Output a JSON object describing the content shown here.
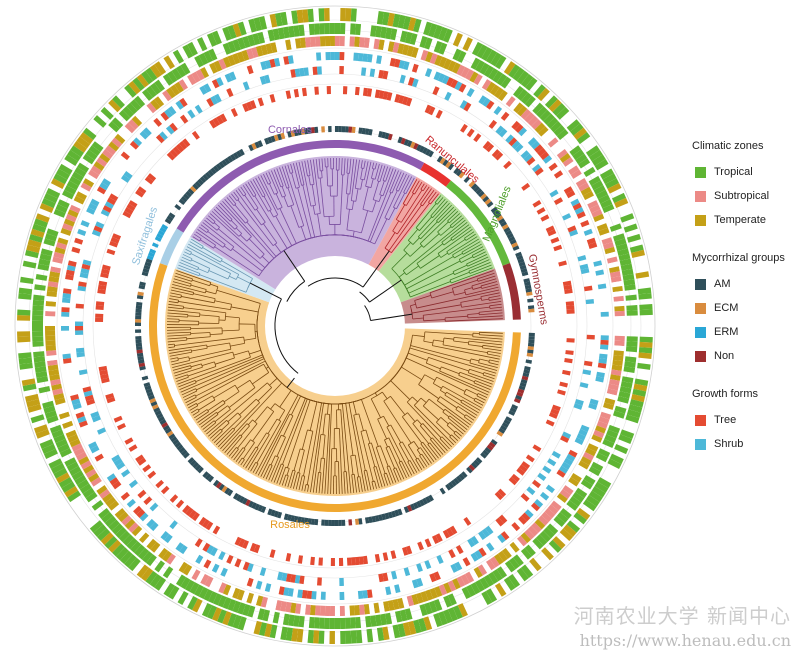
{
  "clades": [
    {
      "name": "Cornales",
      "color": "#8e5bb0",
      "fill": "#c9b3dd",
      "branch": "#7a4ea0"
    },
    {
      "name": "Ranunculales",
      "color": "#e8322f",
      "fill": "#f2a6a2",
      "branch": "#b0252a"
    },
    {
      "name": "Magnoliales",
      "color": "#63b93c",
      "fill": "#b6dd9c",
      "branch": "#3f7f25"
    },
    {
      "name": "Gymnosperms",
      "color": "#9a2e33",
      "fill": "#c78c8c",
      "branch": "#8a2a2e"
    },
    {
      "name": "Rosales",
      "color": "#f0a830",
      "fill": "#f7cf8e",
      "branch": "#7a4b12"
    },
    {
      "name": "Saxifragales",
      "color": "#a9cfe6",
      "fill": "#d4e8f3",
      "branch": "#6a98b3"
    }
  ],
  "legend": {
    "climatic": {
      "title": "Climatic zones",
      "items": [
        {
          "label": "Tropical",
          "color": "#5fb534"
        },
        {
          "label": "Subtropical",
          "color": "#ec8a86"
        },
        {
          "label": "Temperate",
          "color": "#c4a017"
        }
      ]
    },
    "mycorrhizal": {
      "title": "Mycorrhizal groups",
      "items": [
        {
          "label": "AM",
          "color": "#2f4f5a"
        },
        {
          "label": "ECM",
          "color": "#d98c3e"
        },
        {
          "label": "ERM",
          "color": "#2aa7d6"
        },
        {
          "label": "Non",
          "color": "#9e2e2e"
        }
      ]
    },
    "growth": {
      "title": "Growth forms",
      "items": [
        {
          "label": "Tree",
          "color": "#e44b32"
        },
        {
          "label": "Shrub",
          "color": "#4db8d8"
        }
      ]
    }
  },
  "watermark": {
    "line1": "河南农业大学 新闻中心",
    "line2": "https://www.henau.edu.cn"
  }
}
